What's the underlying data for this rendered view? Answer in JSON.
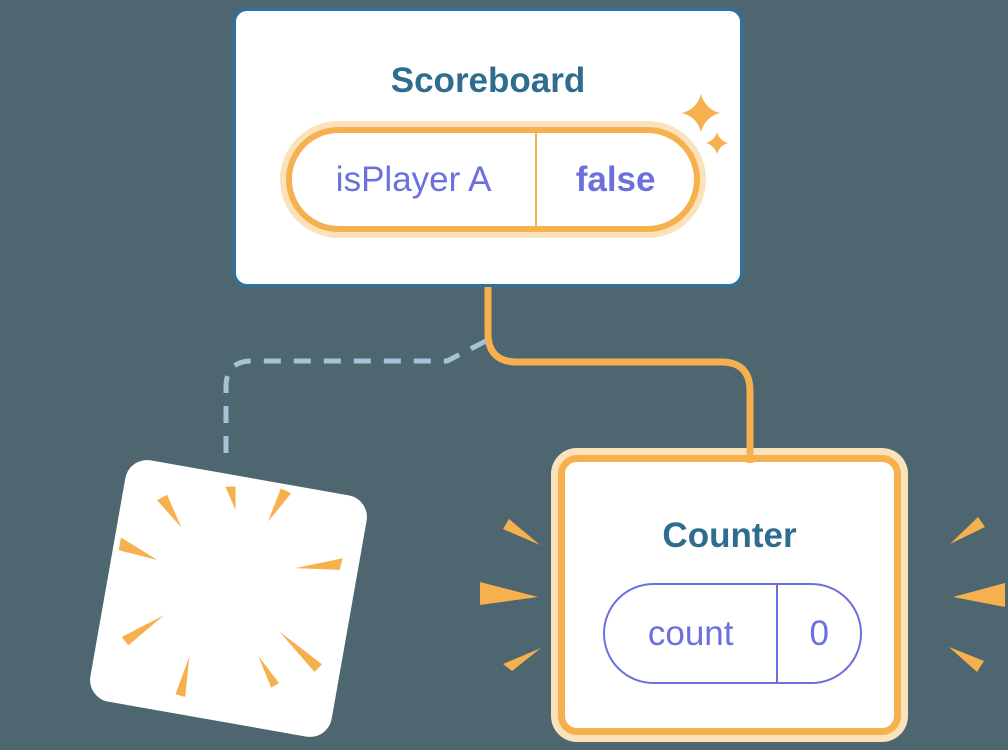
{
  "colors": {
    "bg": "#4D6670",
    "white": "#FFFFFF",
    "card-border": "#2E72A0",
    "title-blue": "#2F6D8F",
    "orange": "#F6B04E",
    "orange-glow": "#FAE2BB",
    "purple": "#6C70DC",
    "dash-blue": "#A6C2D6"
  },
  "scoreboard": {
    "title": "Scoreboard",
    "state": {
      "label": "isPlayer A",
      "value": "false"
    }
  },
  "counter": {
    "title": "Counter",
    "state": {
      "label": "count",
      "value": "0"
    }
  },
  "icons": {
    "sparkle_large": "✦",
    "sparkle_small": "✦",
    "destroy_burst": "radial-spark-burst",
    "emphasis_sparks": "triangular-spark-wedges"
  }
}
